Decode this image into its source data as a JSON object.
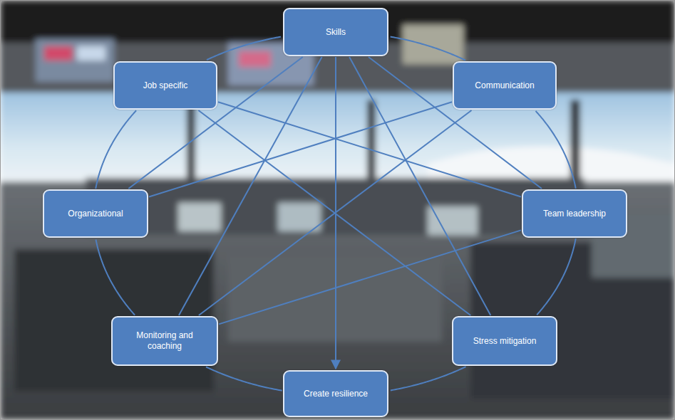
{
  "diagram": {
    "nodes": [
      {
        "text": [
          "Skills"
        ]
      },
      {
        "text": [
          "Job specific"
        ]
      },
      {
        "text": [
          "Communication"
        ]
      },
      {
        "text": [
          "Organizational"
        ]
      },
      {
        "text": [
          "Team leadership"
        ]
      },
      {
        "text": [
          "Monitoring and coaching"
        ]
      },
      {
        "text": [
          "Stress mitigation"
        ]
      },
      {
        "text": [
          "Create resilience"
        ]
      }
    ],
    "edges": [
      {
        "from": 0,
        "to": 2,
        "arrow": "none"
      },
      {
        "from": 2,
        "to": 4,
        "arrow": "none"
      },
      {
        "from": 4,
        "to": 6,
        "arrow": "none"
      },
      {
        "from": 6,
        "to": 7,
        "arrow": "none"
      },
      {
        "from": 7,
        "to": 5,
        "arrow": "none"
      },
      {
        "from": 5,
        "to": 3,
        "arrow": "none"
      },
      {
        "from": 3,
        "to": 1,
        "arrow": "none"
      },
      {
        "from": 1,
        "to": 0,
        "arrow": "none"
      },
      {
        "from": 0,
        "to": 7,
        "arrow": "to"
      },
      {
        "from": 0,
        "to": 5,
        "arrow": "none"
      },
      {
        "from": 0,
        "to": 6,
        "arrow": "none"
      },
      {
        "from": 0,
        "to": 3,
        "arrow": "none"
      },
      {
        "from": 0,
        "to": 4,
        "arrow": "none"
      },
      {
        "from": 1,
        "to": 4,
        "arrow": "none"
      },
      {
        "from": 1,
        "to": 6,
        "arrow": "none"
      },
      {
        "from": 2,
        "to": 3,
        "arrow": "none"
      },
      {
        "from": 2,
        "to": 5,
        "arrow": "none"
      },
      {
        "from": 4,
        "to": 5,
        "arrow": "none"
      }
    ]
  }
}
